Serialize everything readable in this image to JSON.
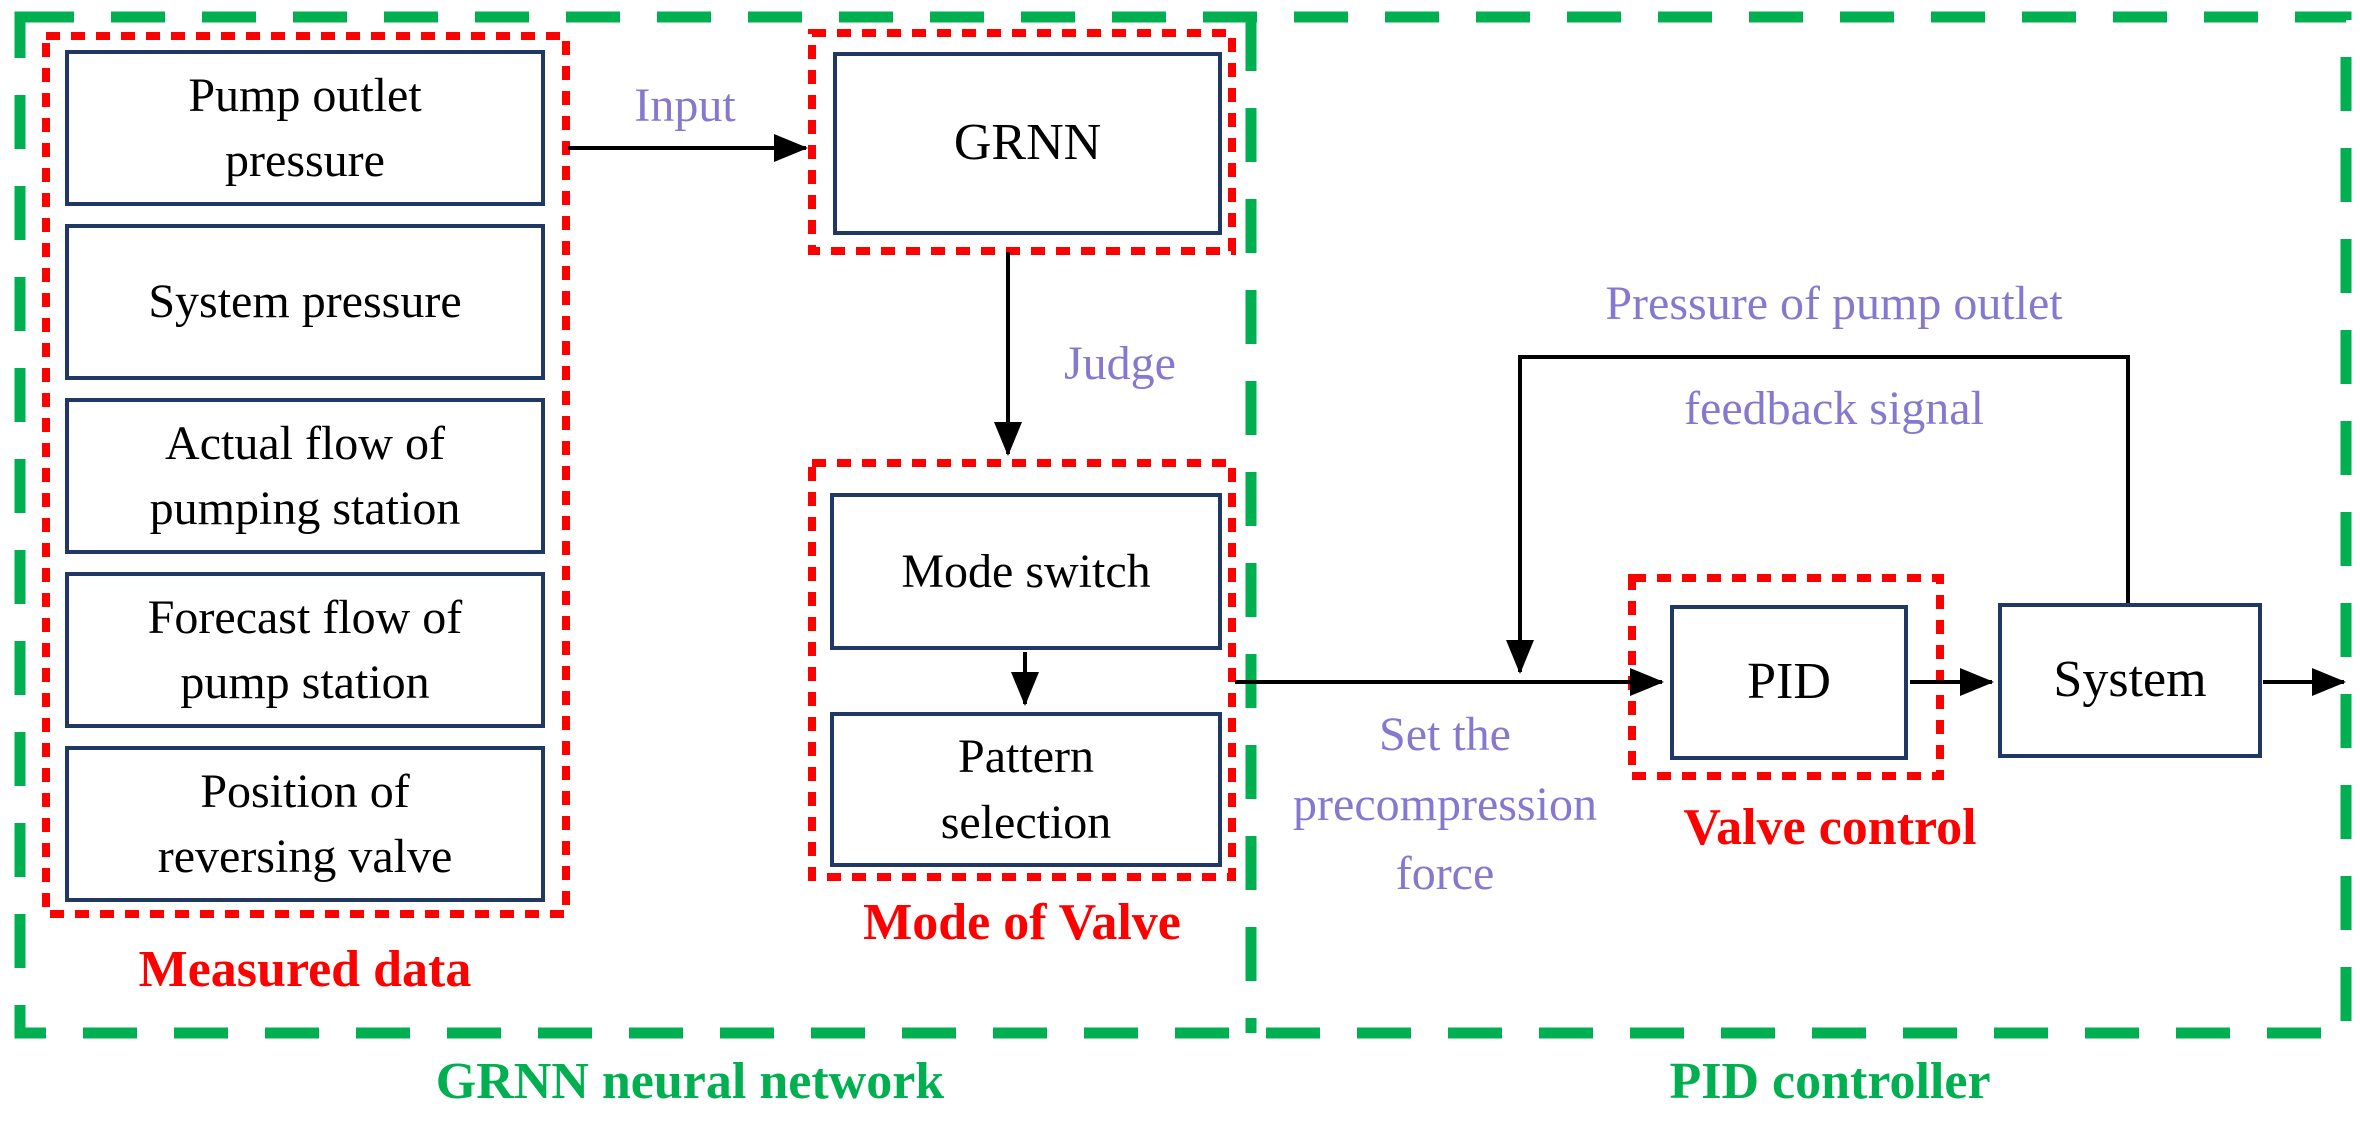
{
  "figure": {
    "regions": {
      "grnn_network_label": "GRNN neural network",
      "pid_controller_label": "PID controller"
    },
    "measured_data": {
      "caption": "Measured data",
      "boxes": [
        "Pump outlet pressure",
        "System pressure",
        "Actual flow of pumping station",
        "Forecast flow of pump station",
        "Position of reversing valve"
      ]
    },
    "grnn_box": "GRNN",
    "mode_of_valve": {
      "caption": "Mode of Valve",
      "boxes": [
        "Mode switch",
        "Pattern selection"
      ]
    },
    "valve_control": {
      "caption": "Valve control",
      "box": "PID"
    },
    "system_box": "System",
    "labels": {
      "input": "Input",
      "judge": "Judge",
      "set_line1": "Set the",
      "set_line2": "precompression",
      "set_line3": "force",
      "feedback_line1": "Pressure of pump outlet",
      "feedback_line2": "feedback signal"
    },
    "colors": {
      "group_border": "#00B050",
      "cluster_border": "#FF0000",
      "box_border": "#1F3864",
      "annotation": "#8579CF",
      "arrow": "#000000"
    }
  }
}
